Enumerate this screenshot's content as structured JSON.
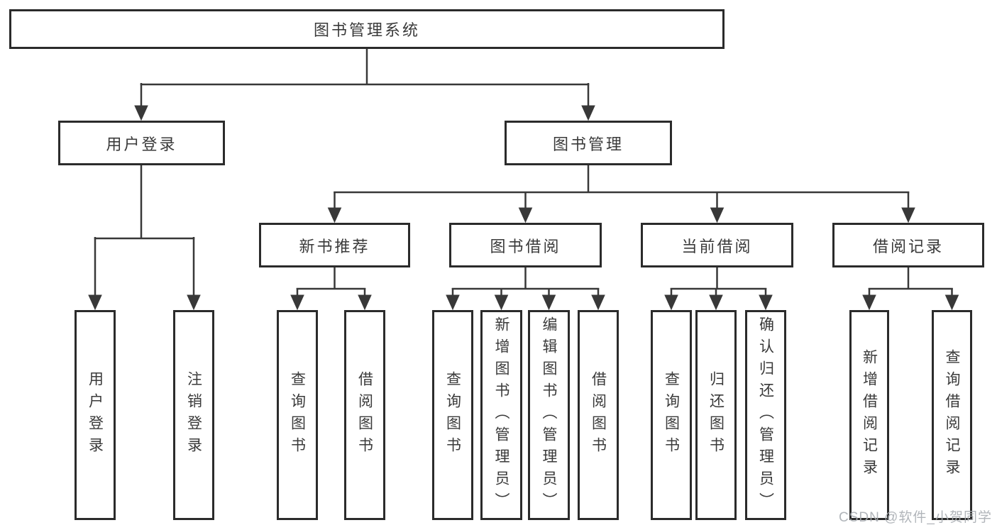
{
  "diagram": {
    "title": "图书管理系统",
    "tree": {
      "root": "图书管理系统",
      "branches": {
        "user_login_group": "用户登录",
        "book_management": "图书管理"
      },
      "modules": {
        "new_book_recommend": "新书推荐",
        "book_borrow": "图书借阅",
        "current_borrow": "当前借阅",
        "borrow_records": "借阅记录"
      },
      "functions": {
        "user_login_group": [
          "用户登录",
          "注销登录"
        ],
        "new_book_recommend": [
          "查询图书",
          "借阅图书"
        ],
        "book_borrow": [
          "查询图书",
          "新增图书（管理员）",
          "编辑图书（管理员）",
          "借阅图书"
        ],
        "current_borrow": [
          "查询图书",
          "归还图书",
          "确认归还（管理员）"
        ],
        "borrow_records": [
          "新增借阅记录",
          "查询借阅记录"
        ]
      }
    },
    "colors": {
      "background": "#ffffff",
      "box_border": "#2b2b2b",
      "line": "#383838",
      "text": "#3a3a3a",
      "watermark": "#a9aeb3"
    },
    "watermark": "CSDN @软件_小贺同学"
  }
}
